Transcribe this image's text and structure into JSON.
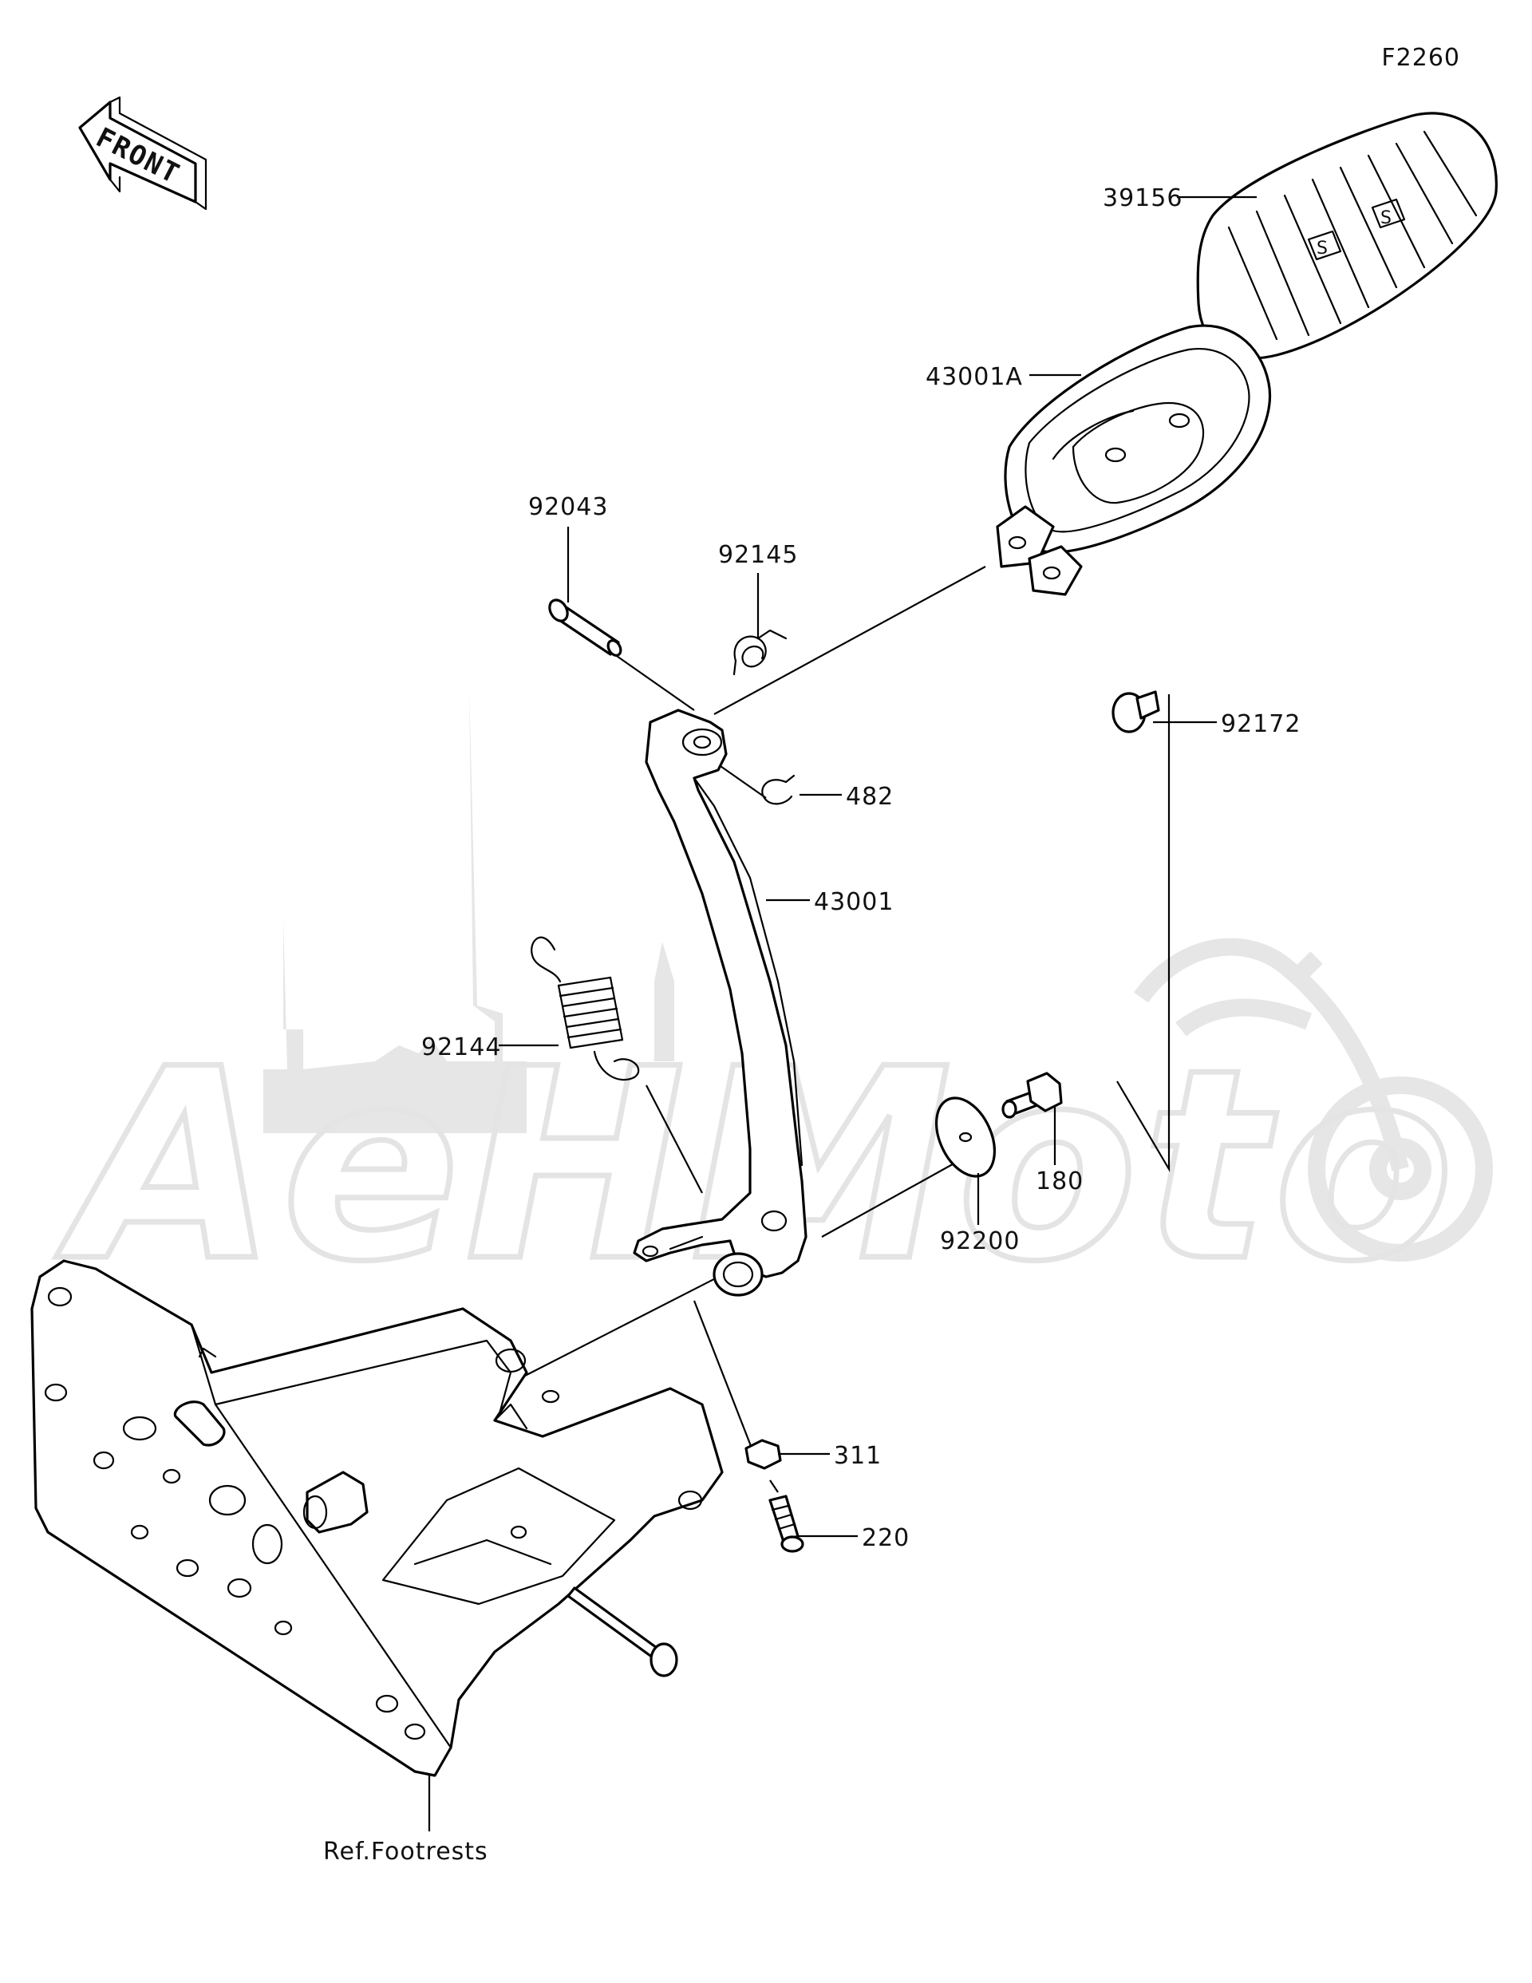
{
  "diagram_code": "F2260",
  "front_label": "FRONT",
  "watermark": "AeHMoto",
  "reference_label": "Ref.Footrests",
  "callouts": {
    "c39156": "39156",
    "c43001A": "43001A",
    "c92043": "92043",
    "c92145": "92145",
    "c92172": "92172",
    "c482": "482",
    "c43001": "43001",
    "c92144": "92144",
    "c180": "180",
    "c92200": "92200",
    "c311": "311",
    "c220": "220"
  }
}
